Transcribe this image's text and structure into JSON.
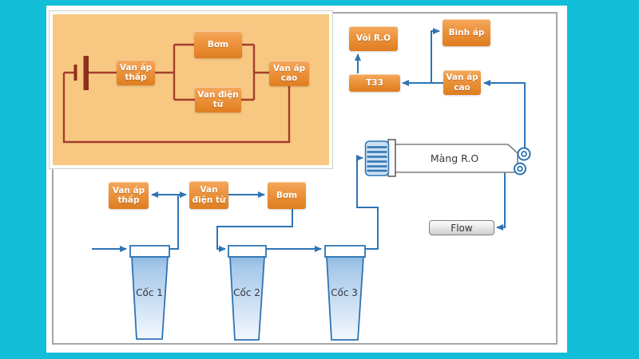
{
  "colors": {
    "background_cyan": "#12BED8",
    "panel_orange": "#F8C882",
    "circuit_wire_red": "#A43E2C",
    "pipe_blue": "#2E74B5",
    "box_orange_top": "#F4A95D",
    "box_orange_bottom": "#DF7D20",
    "box_text": "#FFFFFF",
    "frame_gray": "#A6A6A6"
  },
  "circuit_panel": {
    "pump_label": "Bơm",
    "low_pressure_valve_label": "Van áp thấp",
    "solenoid_valve_label": "Van điện từ",
    "high_pressure_valve_label": "Van áp cao"
  },
  "ro_section": {
    "faucet_label": "Vòi R.O",
    "pressure_tank_label": "Bình áp",
    "t33_label": "T33",
    "high_pressure_valve_label": "Van áp cao",
    "membrane_label": "Màng R.O",
    "flow_label": "Flow"
  },
  "filtration_section": {
    "low_pressure_valve_label": "Van áp thấp",
    "solenoid_valve_label": "Van điện từ",
    "pump_label": "Bơm",
    "cup_labels": [
      "Cốc 1",
      "Cốc 2",
      "Cốc 3"
    ]
  }
}
